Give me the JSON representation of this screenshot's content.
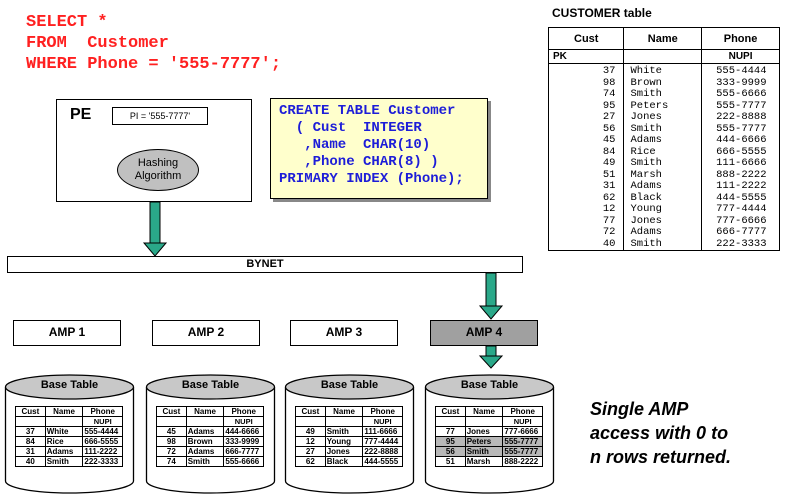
{
  "sql": {
    "line1": "SELECT *",
    "line2": "FROM  Customer",
    "line3": "WHERE Phone = '555-7777';"
  },
  "pe": {
    "label": "PE",
    "pi_label": "PI = '555-7777'",
    "hash_line1": "Hashing",
    "hash_line2": "Algorithm"
  },
  "create_table": {
    "line1": "CREATE TABLE Customer",
    "line2": "  ( Cust  INTEGER",
    "line3": "   ,Name  CHAR(10)",
    "line4": "   ,Phone CHAR(8) )",
    "line5": "PRIMARY INDEX (Phone);"
  },
  "bynet": {
    "label": "BYNET"
  },
  "amps": [
    {
      "label": "AMP 1"
    },
    {
      "label": "AMP 2"
    },
    {
      "label": "AMP 3"
    },
    {
      "label": "AMP 4",
      "active": true
    }
  ],
  "customer_table": {
    "title": "CUSTOMER table",
    "headers": [
      "Cust",
      "Name",
      "Phone"
    ],
    "sub_headers": [
      "PK",
      "",
      "NUPI"
    ],
    "rows": [
      [
        "37",
        "White",
        "555-4444"
      ],
      [
        "98",
        "Brown",
        "333-9999"
      ],
      [
        "74",
        "Smith",
        "555-6666"
      ],
      [
        "95",
        "Peters",
        "555-7777"
      ],
      [
        "27",
        "Jones",
        "222-8888"
      ],
      [
        "56",
        "Smith",
        "555-7777"
      ],
      [
        "45",
        "Adams",
        "444-6666"
      ],
      [
        "84",
        "Rice",
        "666-5555"
      ],
      [
        "49",
        "Smith",
        "111-6666"
      ],
      [
        "51",
        "Marsh",
        "888-2222"
      ],
      [
        "31",
        "Adams",
        "111-2222"
      ],
      [
        "62",
        "Black",
        "444-5555"
      ],
      [
        "12",
        "Young",
        "777-4444"
      ],
      [
        "77",
        "Jones",
        "777-6666"
      ],
      [
        "72",
        "Adams",
        "666-7777"
      ],
      [
        "40",
        "Smith",
        "222-3333"
      ]
    ]
  },
  "base_tables": [
    {
      "title": "Base Table",
      "headers": [
        "Cust",
        "Name",
        "Phone"
      ],
      "sub": [
        "",
        "",
        "NUPI"
      ],
      "rows": [
        [
          "37",
          "White",
          "555-4444"
        ],
        [
          "84",
          "Rice",
          "666-5555"
        ],
        [
          "31",
          "Adams",
          "111-2222"
        ],
        [
          "40",
          "Smith",
          "222-3333"
        ]
      ]
    },
    {
      "title": "Base Table",
      "headers": [
        "Cust",
        "Name",
        "Phone"
      ],
      "sub": [
        "",
        "",
        "NUPI"
      ],
      "rows": [
        [
          "45",
          "Adams",
          "444-6666"
        ],
        [
          "98",
          "Brown",
          "333-9999"
        ],
        [
          "72",
          "Adams",
          "666-7777"
        ],
        [
          "74",
          "Smith",
          "555-6666"
        ]
      ]
    },
    {
      "title": "Base Table",
      "headers": [
        "Cust",
        "Name",
        "Phone"
      ],
      "sub": [
        "",
        "",
        "NUPI"
      ],
      "rows": [
        [
          "49",
          "Smith",
          "111-6666"
        ],
        [
          "12",
          "Young",
          "777-4444"
        ],
        [
          "27",
          "Jones",
          "222-8888"
        ],
        [
          "62",
          "Black",
          "444-5555"
        ]
      ]
    },
    {
      "title": "Base Table",
      "headers": [
        "Cust",
        "Name",
        "Phone"
      ],
      "sub": [
        "",
        "",
        "NUPI"
      ],
      "rows": [
        [
          "77",
          "Jones",
          "777-6666"
        ],
        [
          "95",
          "Peters",
          "555-7777"
        ],
        [
          "56",
          "Smith",
          "555-7777"
        ],
        [
          "51",
          "Marsh",
          "888-2222"
        ]
      ],
      "highlight_rows": [
        1,
        2
      ]
    }
  ],
  "caption": {
    "line1": "Single AMP",
    "line2": "access with 0 to",
    "line3": "n rows returned."
  },
  "colors": {
    "sql": "#ff2020",
    "create_text": "#1d1dd8",
    "create_bg": "#ffffcc",
    "arrow_fill": "#2aa889",
    "amp_active": "#a0a0a0"
  }
}
